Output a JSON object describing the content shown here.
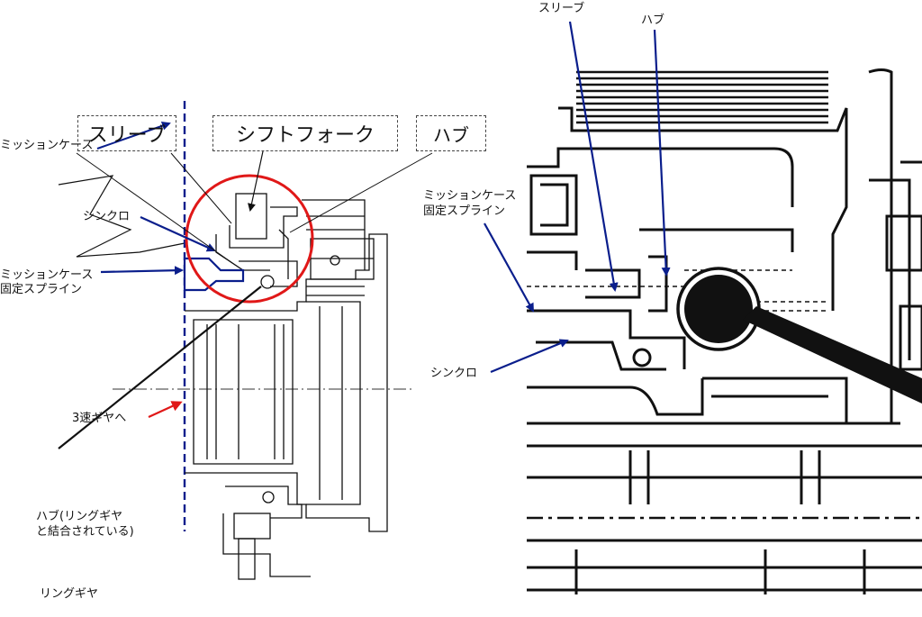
{
  "left_panel": {
    "box_sleeve": "スリーブ",
    "box_shift_fork": "シフトフォーク",
    "box_hub": "ハブ",
    "label_case_top": "ミッションケース",
    "label_synchro": "シンクロ",
    "label_case_spline_1": "ミッションケース",
    "label_case_spline_2": "固定スプライン",
    "label_third_gear": "3速ギヤへ",
    "label_hub_ring_1": "ハブ(リングギヤ",
    "label_hub_ring_2": "と結合されている)",
    "label_ring_gear": "リングギヤ"
  },
  "right_panel": {
    "label_sleeve": "スリーブ",
    "label_hub": "ハブ",
    "label_case_spline_1": "ミッションケース",
    "label_case_spline_2": "固定スプライン",
    "label_synchro": "シンクロ"
  },
  "colors": {
    "arrow_blue": "#0a1e8c",
    "arrow_red": "#e01818",
    "highlight_circle": "#e01818",
    "line": "#111111"
  }
}
